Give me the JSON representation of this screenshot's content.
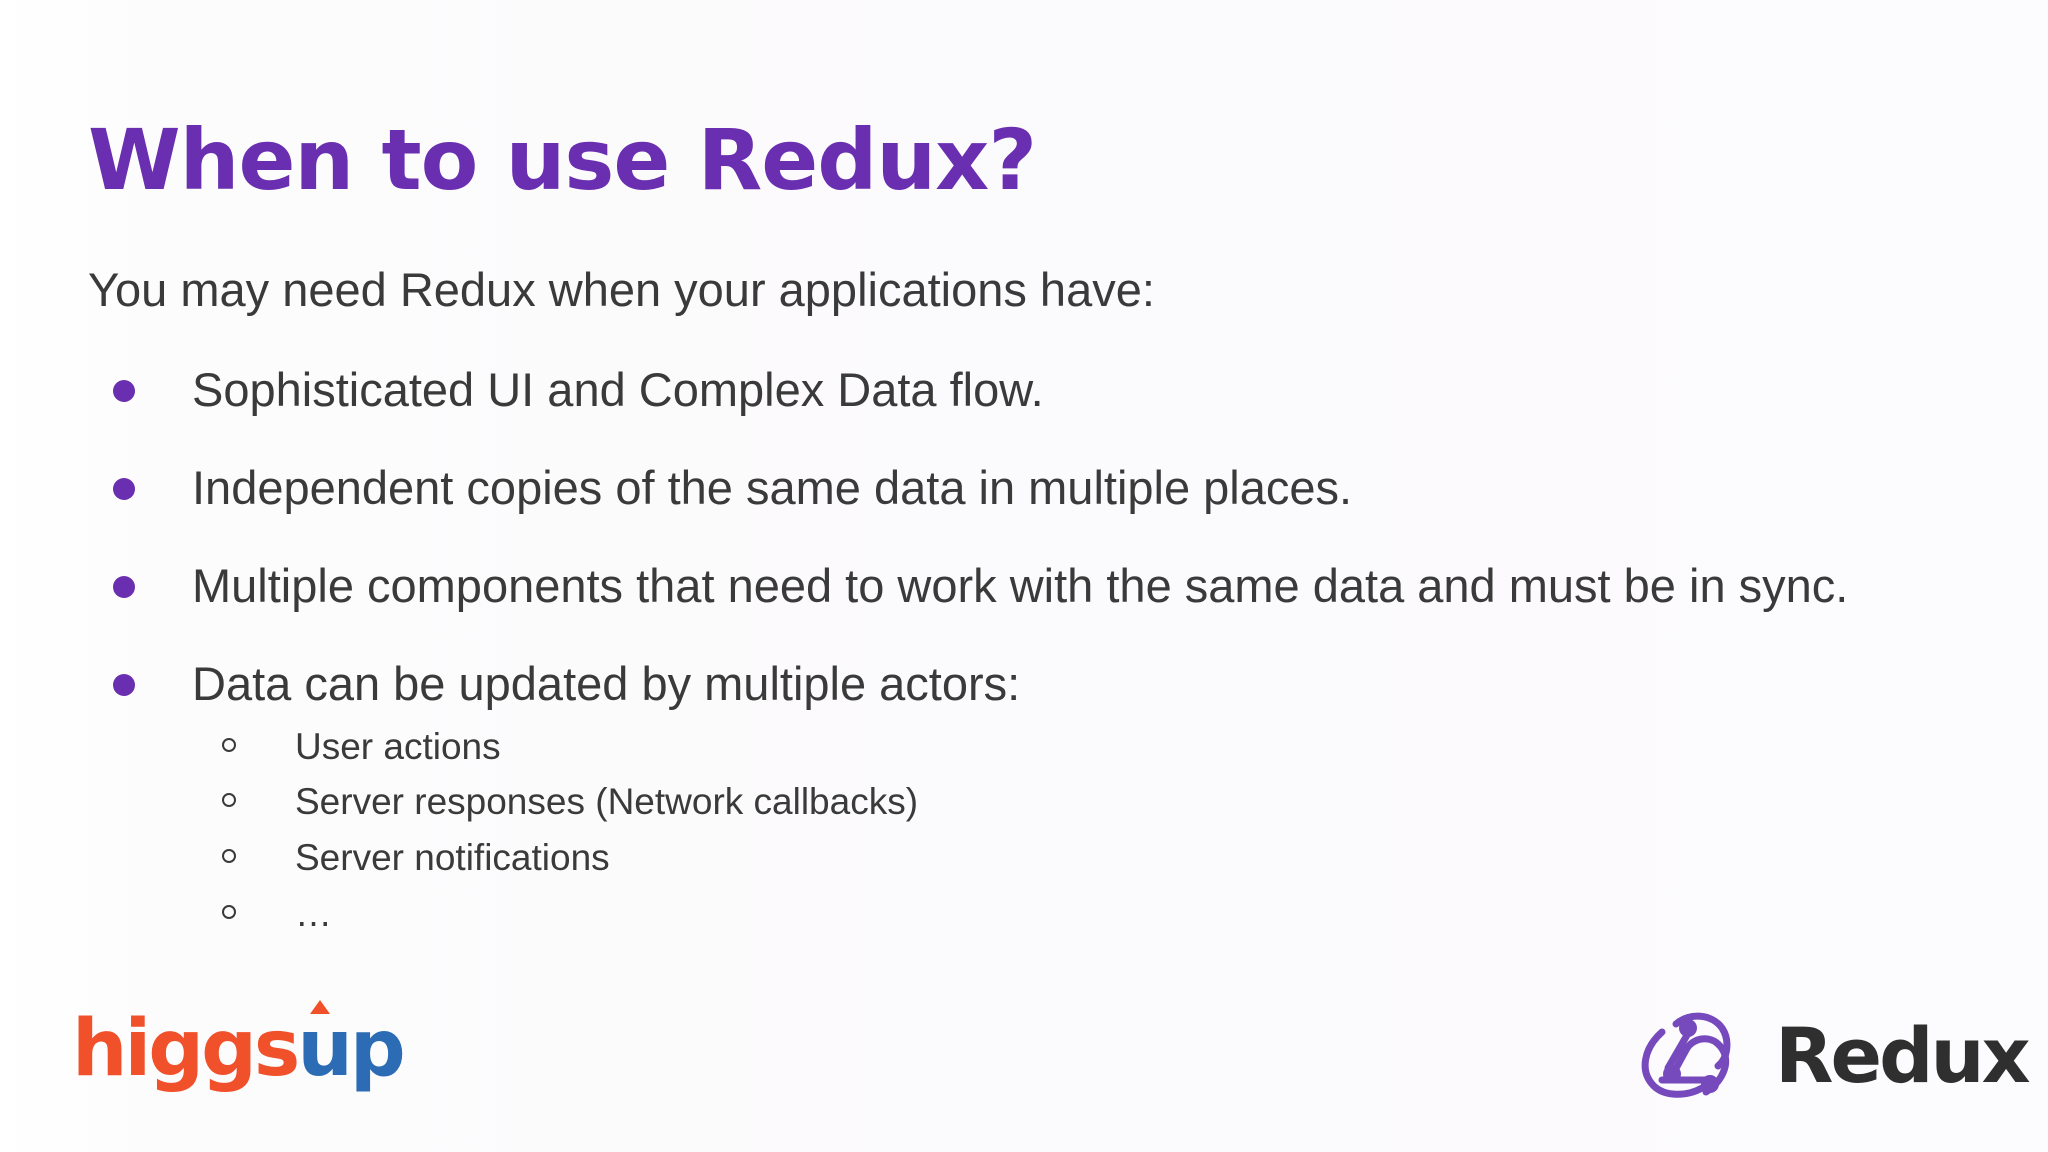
{
  "slide": {
    "title": "When to use Redux?",
    "intro": "You may need Redux when your applications have:",
    "bullets": [
      "Sophisticated UI and Complex Data flow.",
      "Independent copies of the same data in multiple places.",
      "Multiple components that need to work with the same data and must be in sync.",
      "Data can be updated by multiple actors:"
    ],
    "sub_bullets": [
      "User actions",
      "Server responses (Network callbacks)",
      "Server notifications",
      "…"
    ]
  },
  "footer": {
    "higgsup_logo": {
      "part_a": "higgs",
      "part_b": "up"
    },
    "redux_word": "Redux"
  },
  "colors": {
    "accent": "#6a2fb0",
    "body_text": "#3a3a3a",
    "higgs_orange": "#f0502a",
    "higgs_blue": "#2b6cb5",
    "redux_purple": "#764abc",
    "redux_text": "#2f2f2f"
  },
  "icons": {
    "bullet": "filled-circle-bullet-icon",
    "sub_bullet": "hollow-circle-bullet-icon",
    "redux": "redux-logo-icon"
  }
}
